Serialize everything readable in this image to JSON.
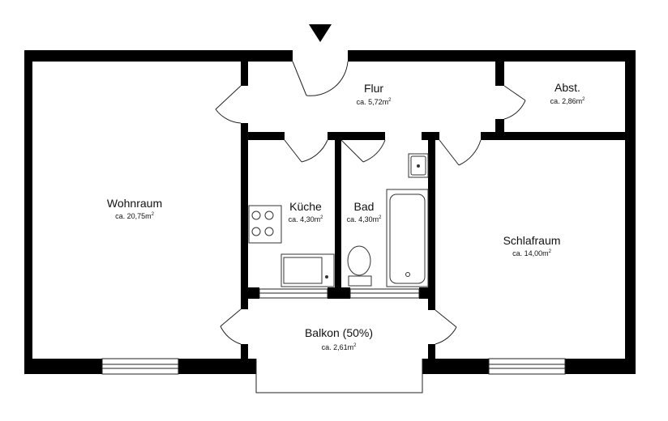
{
  "rooms": {
    "flur": {
      "name": "Flur",
      "area_prefix": "ca. 5,72m",
      "unit_sup": "2"
    },
    "abst": {
      "name": "Abst.",
      "area_prefix": "ca. 2,86m",
      "unit_sup": "2"
    },
    "wohnraum": {
      "name": "Wohnraum",
      "area_prefix": "ca. 20,75m",
      "unit_sup": "2"
    },
    "kueche": {
      "name": "Küche",
      "area_prefix": "ca. 4,30m",
      "unit_sup": "2"
    },
    "bad": {
      "name": "Bad",
      "area_prefix": "ca. 4,30m",
      "unit_sup": "2"
    },
    "schlafraum": {
      "name": "Schlafraum",
      "area_prefix": "ca. 14,00m",
      "unit_sup": "2"
    },
    "balkon": {
      "name": "Balkon (50%)",
      "area_prefix": "ca. 2,61m",
      "unit_sup": "2"
    }
  },
  "icons": {
    "entrance": "entrance-arrow-icon"
  },
  "colors": {
    "wall": "#000000",
    "line": "#222222",
    "background": "#ffffff"
  }
}
